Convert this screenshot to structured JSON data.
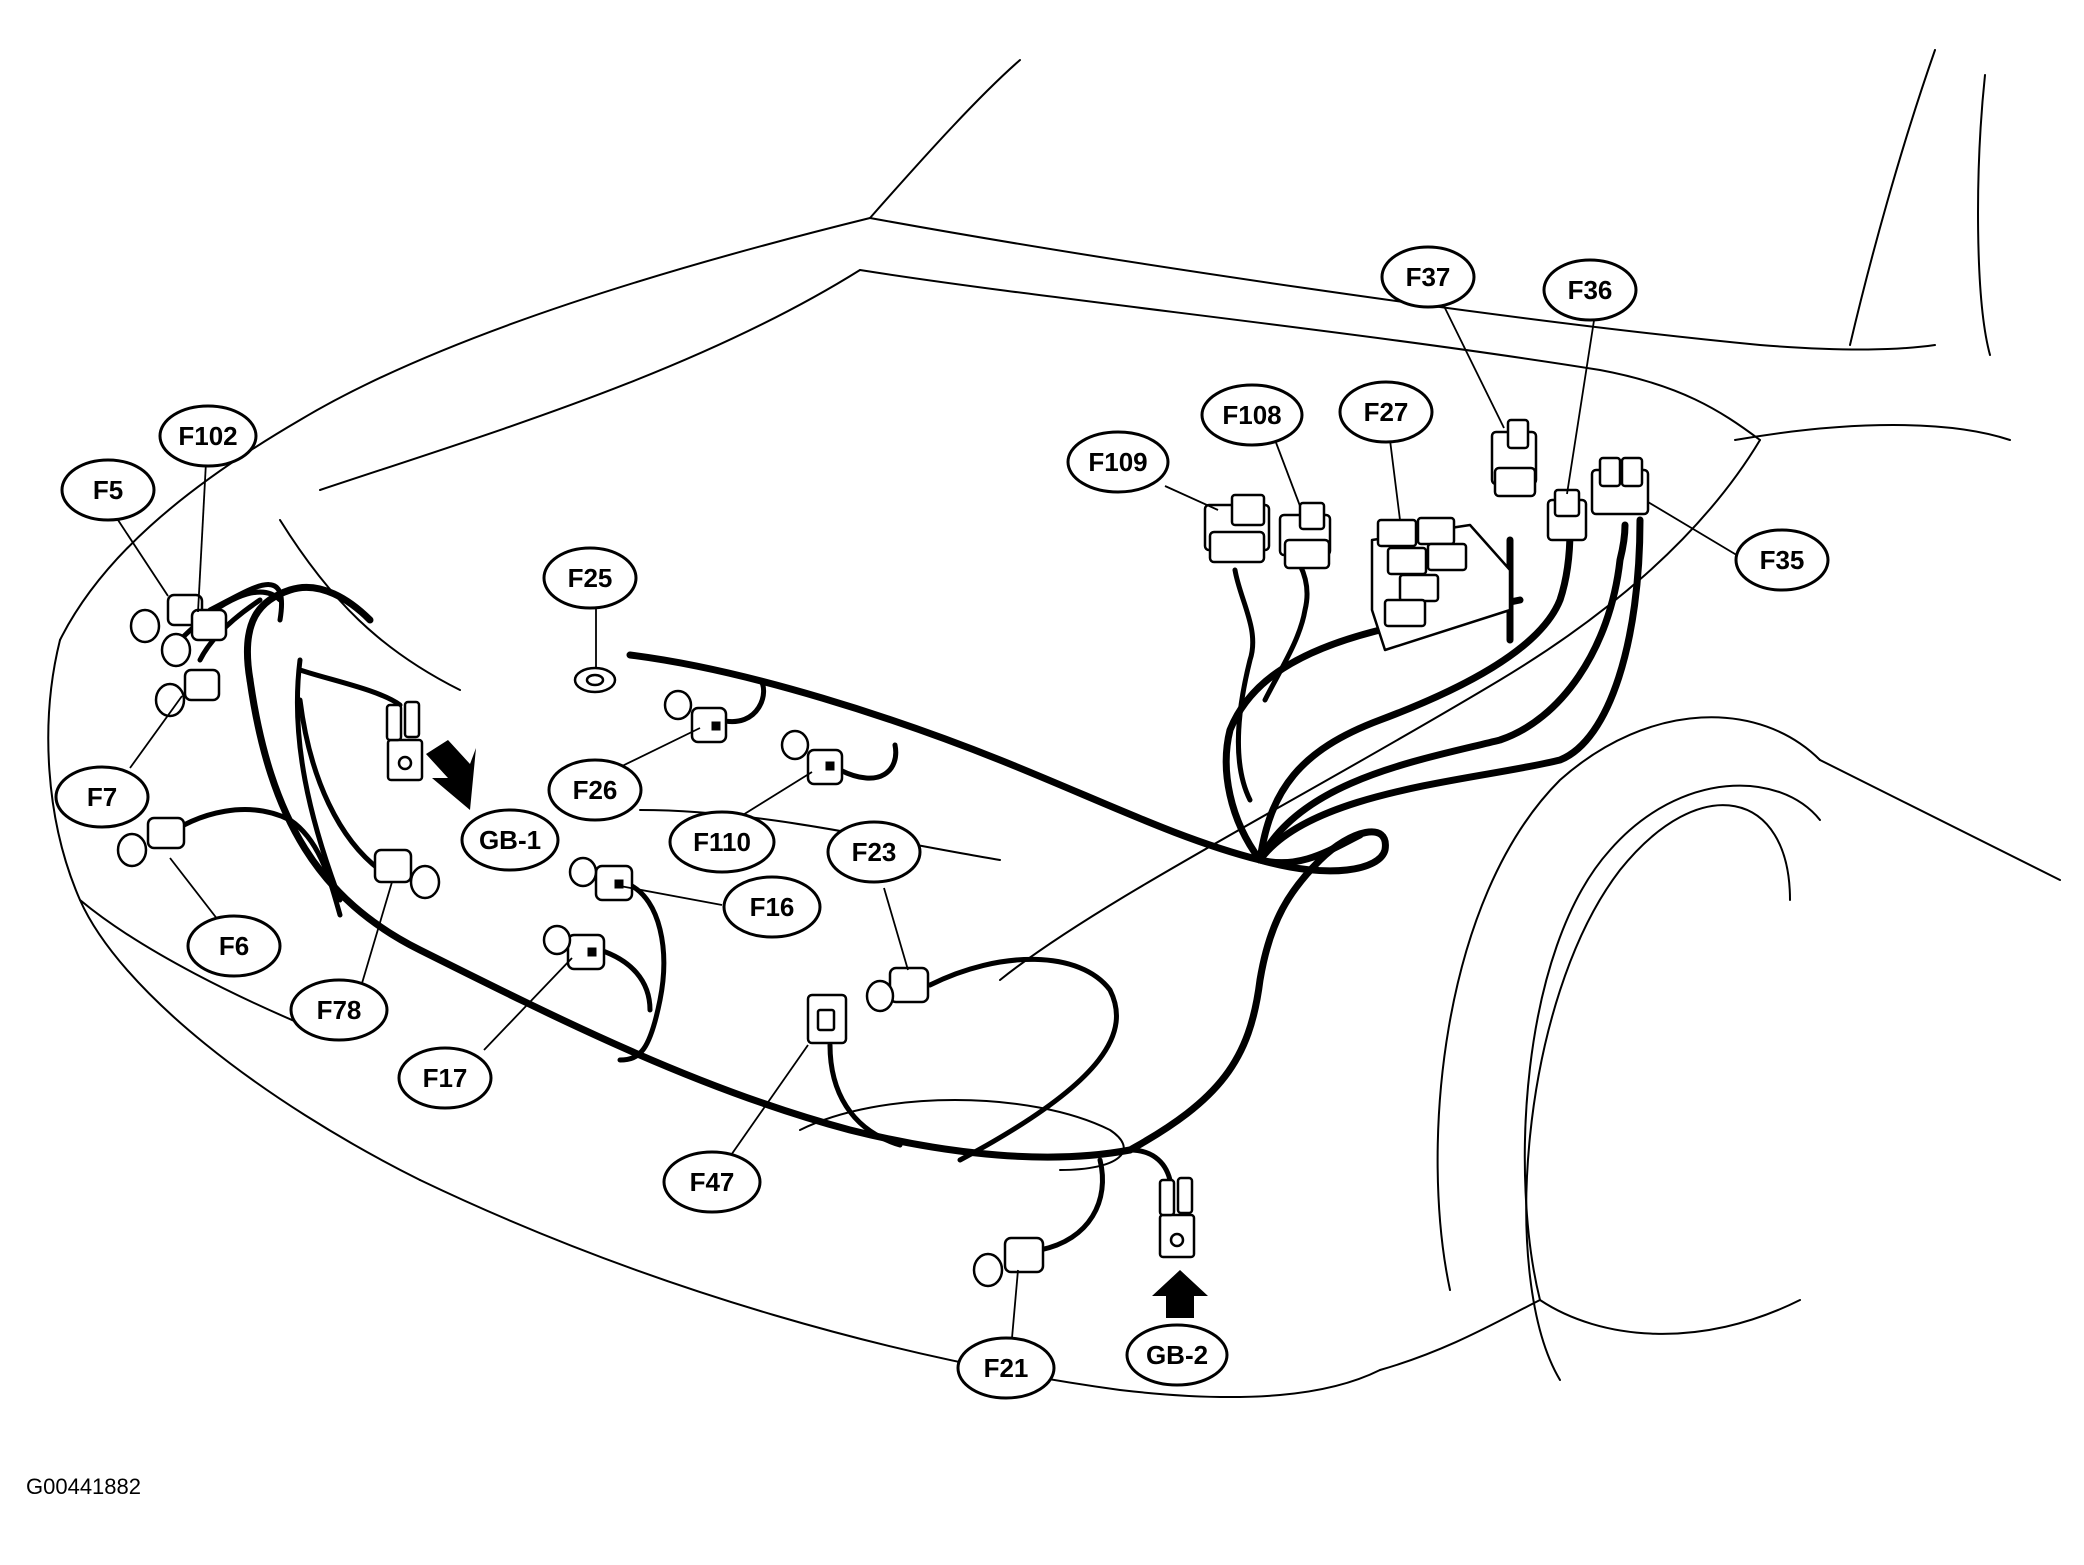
{
  "diagram": {
    "document_id": "G00441882",
    "callouts": {
      "F5": "F5",
      "F102": "F102",
      "F7": "F7",
      "F6": "F6",
      "F78": "F78",
      "GB1": "GB-1",
      "F25": "F25",
      "F26": "F26",
      "F110": "F110",
      "F16": "F16",
      "F17": "F17",
      "F23": "F23",
      "F47": "F47",
      "F21": "F21",
      "GB2": "GB-2",
      "F109": "F109",
      "F108": "F108",
      "F27": "F27",
      "F37": "F37",
      "F36": "F36",
      "F35": "F35"
    }
  }
}
